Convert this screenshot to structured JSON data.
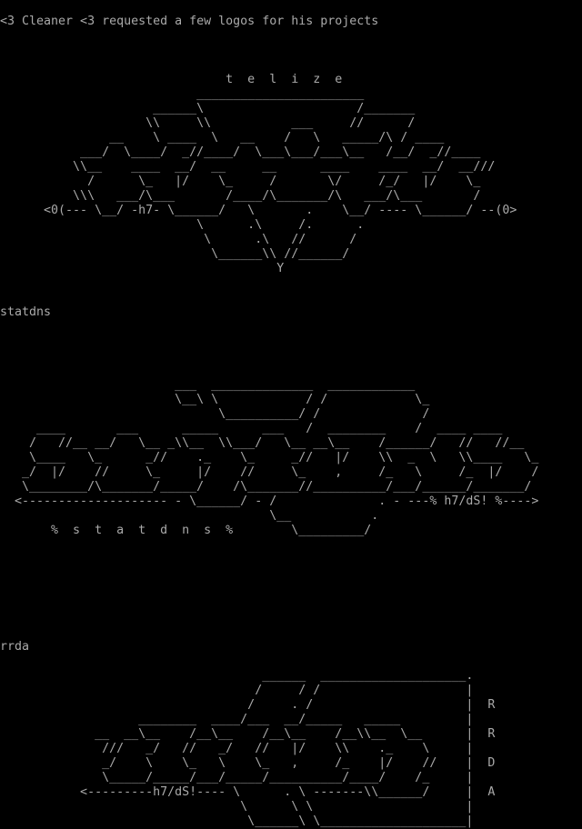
{
  "intro": "<3 Cleaner <3 requested a few logos for his projects",
  "telize": {
    "art": [
      "                               t  e  l  i  z  e",
      "                           _______________________",
      "                     ______\\                     /_______",
      "                    \\\\     \\\\           ___     //      /",
      "               __    \\ ____  \\   __    /   \\   _____/\\ / ____",
      "           ___/  \\____/  _//____/  \\___\\___/___\\__   /__/  _//____",
      "          \\\\__    ____  __/  __     __      ____    ____  __/  __///",
      "            /      \\_   |/    \\_     /       \\/     /_/   |/    \\_",
      "          \\\\\\   ___/\\___       /____/\\_______/\\   ___/\\___       /",
      "      <0(--- \\__/ -h7- \\______/   \\       .    \\__/ ---- \\______/ --(0>",
      "                           \\      .\\     /.      .",
      "                            \\      .\\   //      /",
      "                             \\______\\\\ //______/",
      "                                      Y"
    ]
  },
  "statdns": {
    "label": "statdns",
    "art": [
      "                        ___  ______________  ____________",
      "                        \\__\\ \\            / /            \\_",
      "                              \\__________/ /              /",
      "     ____       ___      _____      ___   /  ________    /  ____ ____",
      "    /   //__ __/   \\__ _\\\\__  \\\\___/   \\__ __\\__    /______/   //   //__",
      "    \\____   \\_      _//    ._    \\_     _//   |/    \\\\  _  \\   \\\\____   \\_",
      "   _/  |/    //     \\_     |/    //     \\_    ,     /_   \\     /_  |/    /",
      "   \\________/\\_______/_____/    /\\_______//__________/___/______/_______/",
      "  <-------------------- - \\______/ - /              . - ---% h7/dS! %---->",
      "                                     \\__           .",
      "       %  s  t  a  t  d  n  s  %        \\_________/"
    ]
  },
  "rrda": {
    "label": "rrda",
    "art": [
      "                                    ______  ____________________.",
      "                                   /     / /                    |",
      "                                  /     . /                     |  R",
      "                   ________  ____/___  __/_____   _____         |",
      "             __  __\\__    /__\\__    /__\\__    /__\\\\__  \\__      |  R",
      "              ///   _/   //   _/   //   |/    \\\\    ._    \\     |",
      "              _/    \\    \\_   \\    \\_   ,     /_    |/    //    |  D",
      "              \\_____/_____/___/_____/__________/____/    /_     |",
      "           <---------h7/dS!---- \\      . \\ -------\\\\______/     |  A",
      "                                 \\      \\ \\                     |",
      "                                  \\______\\ \\____________________|"
    ]
  }
}
